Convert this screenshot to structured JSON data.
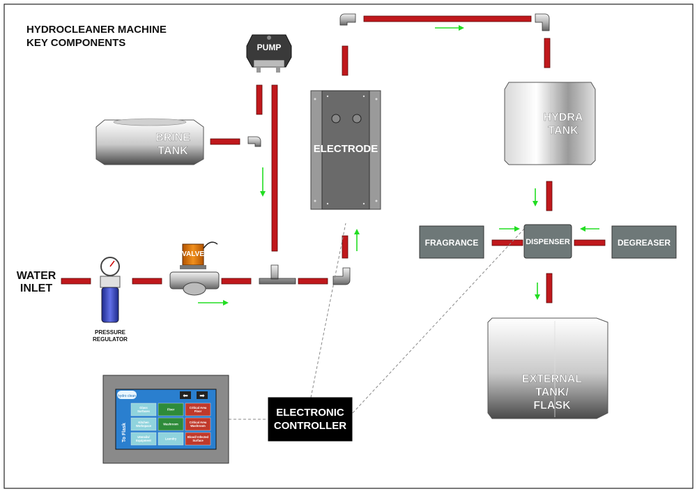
{
  "title": {
    "line1": "HYDROCLEANER MACHINE",
    "line2": "KEY COMPONENTS"
  },
  "components": {
    "pump": "PUMP",
    "brine_tank": {
      "line1": "BRINE",
      "line2": "TANK"
    },
    "electrode": "ELECTRODE",
    "hydra_tank": {
      "line1": "HYDRA",
      "line2": "TANK"
    },
    "water_inlet": {
      "line1": "WATER",
      "line2": "INLET"
    },
    "pressure_regulator": {
      "line1": "PRESSURE",
      "line2": "REGULATOR"
    },
    "valve": "VALVE",
    "fragrance": "FRAGRANCE",
    "dispenser": "DISPENSER",
    "degreaser": "DEGREASER",
    "external_tank": {
      "line1": "EXTERNAL",
      "line2": "TANK/",
      "line3": "FLASK"
    },
    "electronic_controller": {
      "line1": "ELECTRONIC",
      "line2": "CONTROLLER"
    }
  },
  "touchscreen": {
    "logo": "hydro clean",
    "side_label": "To Flask",
    "nav_prev": "⬅",
    "nav_next": "➡",
    "buttons": [
      {
        "label": "Glass Surfaces",
        "color": "#8fd3dd"
      },
      {
        "label": "Floor",
        "color": "#2e8b3a"
      },
      {
        "label": "Critical Area Floor",
        "color": "#c0392b"
      },
      {
        "label": "Kitchen Workspace",
        "color": "#8fd3dd"
      },
      {
        "label": "Washroom",
        "color": "#2e8b3a"
      },
      {
        "label": "Critical Area Washroom",
        "color": "#c0392b"
      },
      {
        "label": "Utensils/ Equipment",
        "color": "#8fd3dd"
      },
      {
        "label": "Laundry",
        "color": "#8fd3dd"
      },
      {
        "label": "Blood/ Infected Surface",
        "color": "#c0392b"
      }
    ]
  },
  "colors": {
    "pipe": "#c0181c",
    "arrow": "#22dd22",
    "dispenser_box": "#6e7878",
    "controller_box": "#000000"
  }
}
